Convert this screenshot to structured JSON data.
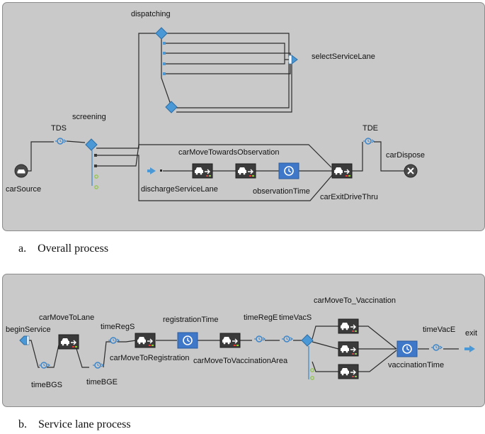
{
  "panel_a": {
    "labels": {
      "dispatching": "dispatching",
      "selectServiceLane": "selectServiceLane",
      "screening": "screening",
      "TDS": "TDS",
      "TDE": "TDE",
      "carMoveTowardsObservation": "carMoveTowardsObservation",
      "carDispose": "carDispose",
      "carSource": "carSource",
      "dischargeServiceLane": "dischargeServiceLane",
      "observationTime": "observationTime",
      "carExitDriveThru": "carExitDriveThru"
    },
    "caption": "a.    Overall process"
  },
  "panel_b": {
    "labels": {
      "beginService": "beginService",
      "carMoveToLane": "carMoveToLane",
      "timeBGS": "timeBGS",
      "timeBGE": "timeBGE",
      "timeRegS": "timeRegS",
      "carMoveToRegistration": "carMoveToRegistration",
      "registrationTime": "registrationTime",
      "carMoveToVaccinationArea": "carMoveToVaccinationArea",
      "timeRegE": "timeRegE",
      "timeVacS": "timeVacS",
      "carMoveTo_Vaccination": "carMoveTo_Vaccination",
      "timeVacE": "timeVacE",
      "exit": "exit",
      "vaccinationTime": "vaccinationTime"
    },
    "caption": "b.    Service lane process"
  },
  "colors": {
    "panel_bg": "#c9c9c9",
    "block_dark": "#3a3a3a",
    "block_blue": "#3f78c9",
    "diamond_blue": "#4a98d6",
    "port_green": "#8cc63f"
  }
}
